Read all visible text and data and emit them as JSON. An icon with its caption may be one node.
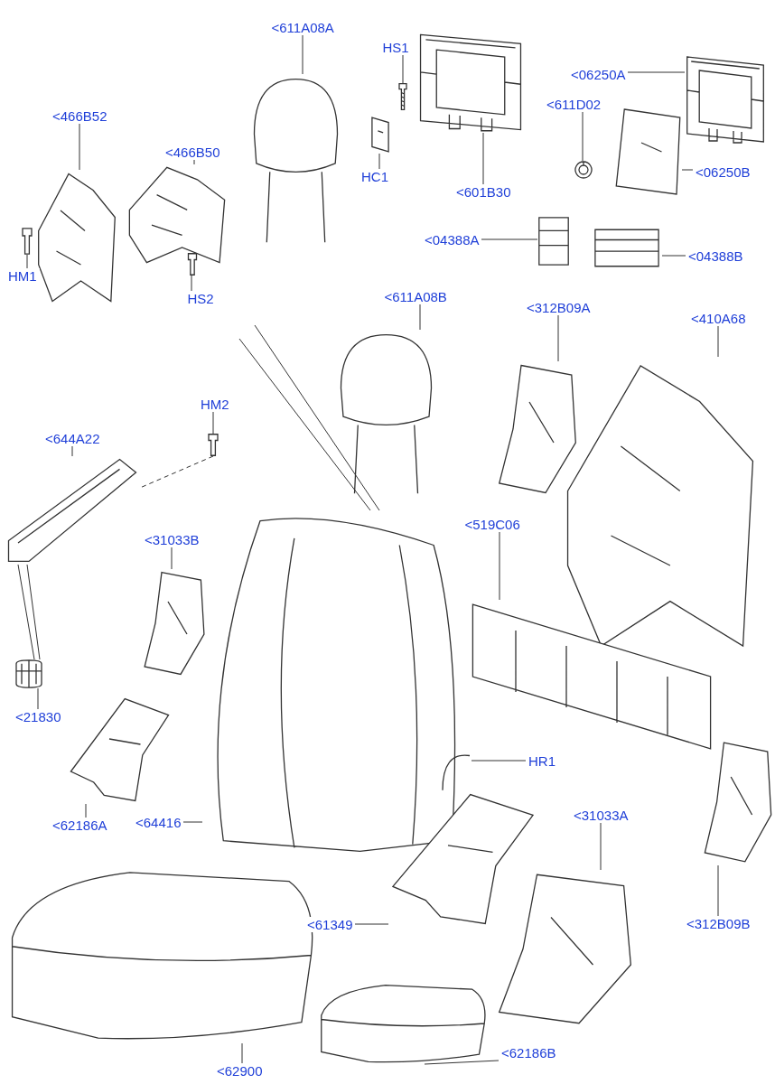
{
  "diagram": {
    "nodes": [
      {
        "text": [
          "<611A08A"
        ]
      },
      {
        "text": [],
        "shape": "picture"
      },
      {
        "text": [
          "HS1"
        ]
      },
      {
        "text": [],
        "shape": "picture"
      },
      {
        "text": [
          "HC1"
        ]
      },
      {
        "text": [],
        "shape": "picture"
      },
      {
        "text": [
          "<601B30"
        ]
      },
      {
        "text": [],
        "shape": "picture"
      },
      {
        "text": [
          "<06250A"
        ]
      },
      {
        "text": [],
        "shape": "picture"
      },
      {
        "text": [
          "<611D02"
        ]
      },
      {
        "text": [],
        "shape": "picture"
      },
      {
        "text": [
          "<06250B"
        ]
      },
      {
        "text": [],
        "shape": "picture"
      },
      {
        "text": [
          "<466B52"
        ]
      },
      {
        "text": [],
        "shape": "picture"
      },
      {
        "text": [
          "<466B50"
        ]
      },
      {
        "text": [],
        "shape": "picture"
      },
      {
        "text": [
          "HM1"
        ]
      },
      {
        "text": [],
        "shape": "picture"
      },
      {
        "text": [
          "HS2"
        ]
      },
      {
        "text": [],
        "shape": "picture"
      },
      {
        "text": [
          "<04388A"
        ]
      },
      {
        "text": [],
        "shape": "picture"
      },
      {
        "text": [
          "<04388B"
        ]
      },
      {
        "text": [],
        "shape": "picture"
      },
      {
        "text": [
          "<611A08B"
        ]
      },
      {
        "text": [],
        "shape": "picture"
      },
      {
        "text": [
          "<312B09A"
        ]
      },
      {
        "text": [],
        "shape": "picture"
      },
      {
        "text": [
          "<410A68"
        ]
      },
      {
        "text": [],
        "shape": "picture"
      },
      {
        "text": [
          "HM2"
        ]
      },
      {
        "text": [],
        "shape": "picture"
      },
      {
        "text": [
          "<644A22"
        ]
      },
      {
        "text": [],
        "shape": "picture"
      },
      {
        "text": [
          "<31033B"
        ]
      },
      {
        "text": [],
        "shape": "picture"
      },
      {
        "text": [
          "<519C06"
        ]
      },
      {
        "text": [],
        "shape": "picture"
      },
      {
        "text": [
          "<21830"
        ]
      },
      {
        "text": [],
        "shape": "picture"
      },
      {
        "text": [
          "<62186A"
        ]
      },
      {
        "text": [],
        "shape": "picture"
      },
      {
        "text": [
          "<64416"
        ]
      },
      {
        "text": [],
        "shape": "picture"
      },
      {
        "text": [
          "HR1"
        ]
      },
      {
        "text": [],
        "shape": "picture"
      },
      {
        "text": [
          "<312B09B"
        ]
      },
      {
        "text": [],
        "shape": "picture"
      },
      {
        "text": [
          "<31033A"
        ]
      },
      {
        "text": [],
        "shape": "picture"
      },
      {
        "text": [
          "<61349"
        ]
      },
      {
        "text": [],
        "shape": "picture"
      },
      {
        "text": [
          "<62900"
        ]
      },
      {
        "text": [],
        "shape": "picture"
      },
      {
        "text": [
          "<62186B"
        ]
      },
      {
        "text": [],
        "shape": "picture"
      }
    ],
    "edges": [
      {
        "from": 0,
        "to": 1,
        "arrow": "none"
      },
      {
        "from": 2,
        "to": 3,
        "arrow": "none"
      },
      {
        "from": 4,
        "to": 5,
        "arrow": "none"
      },
      {
        "from": 6,
        "to": 7,
        "arrow": "none"
      },
      {
        "from": 8,
        "to": 9,
        "arrow": "none"
      },
      {
        "from": 10,
        "to": 11,
        "arrow": "none"
      },
      {
        "from": 12,
        "to": 13,
        "arrow": "none"
      },
      {
        "from": 14,
        "to": 15,
        "arrow": "none"
      },
      {
        "from": 16,
        "to": 17,
        "arrow": "none"
      },
      {
        "from": 18,
        "to": 19,
        "arrow": "none"
      },
      {
        "from": 20,
        "to": 21,
        "arrow": "none"
      },
      {
        "from": 22,
        "to": 23,
        "arrow": "none"
      },
      {
        "from": 24,
        "to": 25,
        "arrow": "none"
      },
      {
        "from": 26,
        "to": 27,
        "arrow": "none"
      },
      {
        "from": 28,
        "to": 29,
        "arrow": "none"
      },
      {
        "from": 30,
        "to": 31,
        "arrow": "none"
      },
      {
        "from": 32,
        "to": 33,
        "arrow": "none"
      },
      {
        "from": 34,
        "to": 35,
        "arrow": "none"
      },
      {
        "from": 36,
        "to": 37,
        "arrow": "none"
      },
      {
        "from": 38,
        "to": 39,
        "arrow": "none"
      },
      {
        "from": 40,
        "to": 41,
        "arrow": "none"
      },
      {
        "from": 42,
        "to": 43,
        "arrow": "none"
      },
      {
        "from": 44,
        "to": 45,
        "arrow": "none"
      },
      {
        "from": 46,
        "to": 47,
        "arrow": "none"
      },
      {
        "from": 48,
        "to": 49,
        "arrow": "none"
      },
      {
        "from": 50,
        "to": 51,
        "arrow": "none"
      },
      {
        "from": 52,
        "to": 53,
        "arrow": "none"
      },
      {
        "from": 54,
        "to": 55,
        "arrow": "none"
      },
      {
        "from": 56,
        "to": 57,
        "arrow": "none"
      },
      {
        "from": 35,
        "to": 41,
        "arrow": "none"
      },
      {
        "from": 35,
        "to": 41,
        "arrow": "none"
      },
      {
        "from": 33,
        "to": 35,
        "arrow": "none",
        "style": "dashed"
      },
      {
        "from": 45,
        "to": null,
        "arrow": "none"
      },
      {
        "from": 45,
        "to": null,
        "arrow": "none"
      }
    ]
  }
}
